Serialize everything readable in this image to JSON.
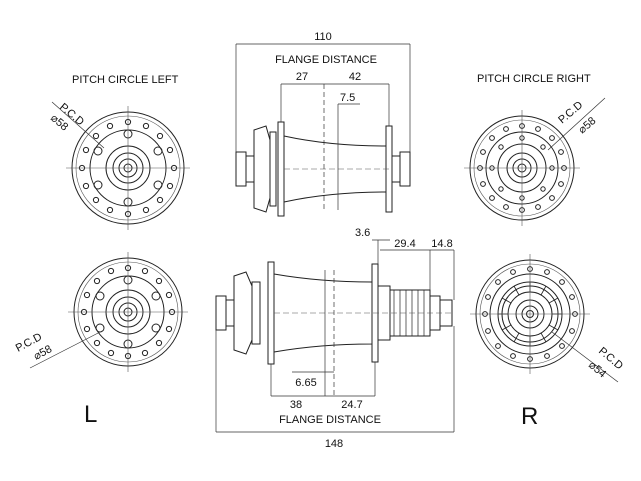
{
  "labels": {
    "pitch_left": "PITCH CIRCLE LEFT",
    "pitch_right": "PITCH CIRCLE RIGHT",
    "pcd": "P.C.D",
    "tl_pcd_val": "⌀58",
    "tr_pcd_val": "⌀58",
    "bl_pcd_val": "⌀58",
    "br_pcd_val": "⌀54",
    "flange_top": "FLANGE DISTANCE",
    "flange_bottom": "FLANGE DISTANCE",
    "side_left": "L",
    "side_right": "R"
  },
  "dims_top": {
    "overall": "110",
    "left": "27",
    "right": "42",
    "offset": "7.5"
  },
  "dims_bottom": {
    "a": "3.6",
    "b": "29.4",
    "c": "14.8",
    "d": "6.65",
    "left": "38",
    "right": "24.7",
    "overall": "148"
  }
}
